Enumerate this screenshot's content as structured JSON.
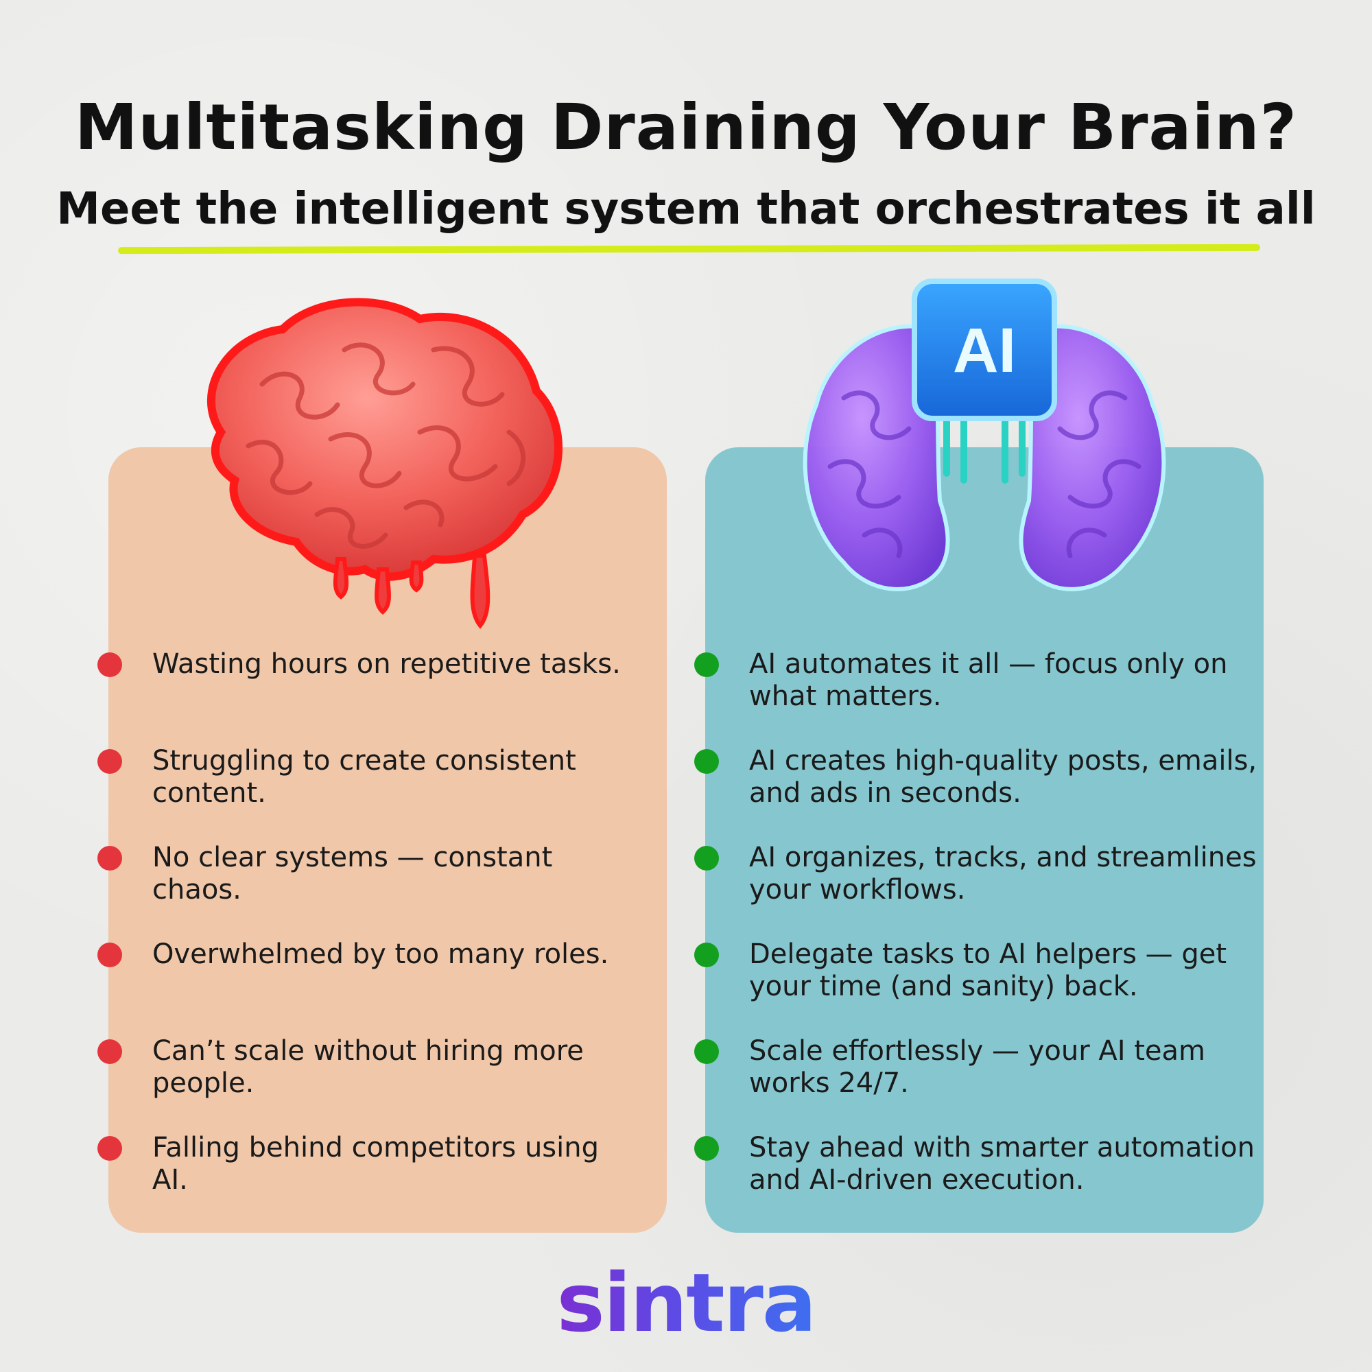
{
  "header": {
    "title": "Multitasking Draining Your Brain?",
    "subtitle": "Meet the intelligent system that orchestrates it all"
  },
  "left_panel": {
    "items": [
      "Wasting hours on repetitive tasks.",
      "Struggling to create consistent content.",
      "No clear systems — constant chaos.",
      "Overwhelmed by too many roles.",
      "Can’t scale without hiring more people.",
      "Falling behind competitors using AI."
    ]
  },
  "right_panel": {
    "chip_label": "AI",
    "items": [
      "AI automates it all — focus only on what matters.",
      "AI creates high-quality posts, emails, and ads in seconds.",
      "AI organizes, tracks, and streamlines your workflows.",
      "Delegate tasks to AI helpers — get your time (and sanity) back.",
      "Scale effortlessly — your AI team works 24/7.",
      "Stay ahead with smarter automation and AI-driven execution."
    ]
  },
  "logo": {
    "text": "sintra"
  },
  "colors": {
    "accent_underline": "#d4ec1a",
    "left_panel": "#f0c7a9",
    "right_panel": "#86c6cf",
    "bullet_negative": "#e4353c",
    "bullet_positive": "#14a01f",
    "logo_gradient_start": "#7a2fd3",
    "logo_gradient_end": "#3e6ff0"
  },
  "icons": {
    "left_illustration": "melting-brain-icon",
    "right_illustration": "ai-brain-icon"
  }
}
